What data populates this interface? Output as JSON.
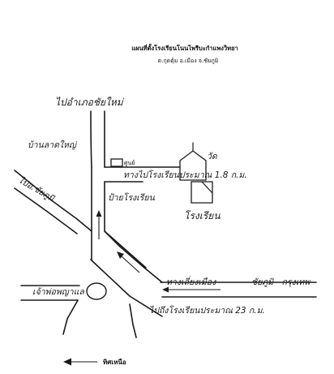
{
  "header": {
    "title": "แผนที่ตั้งโรงเรียนโนนไพรีบะกำแพงวิทยา",
    "subtitle": "ต.กุดตุ้ม  อ.เมือง  จ.ชัยภูมิ"
  },
  "labels": {
    "to_khon_kaen": "ไปอำเภอชัยใหม่",
    "ban_lat_yai": "บ้านลาดใหญ่",
    "to_city": "ไปอ.ชัยภูมิ",
    "school_signpost": "ป้ายโรงเรียน",
    "school": "โรงเรียน",
    "temple": "วัด",
    "sign_distance_1": "ทางไปโรงเรียนประมาณ 1.8 ก.ม.",
    "chao_pho": "เจ้าพ่อพญาแล",
    "junction": "ทางเลี่ยงเมือง",
    "to_bangkok": "ชัยภูมิ - กรุงเทพ",
    "to_school_distance": "ไปถึงโรงเรียนประมาณ 23 ก.ม.",
    "building_small": "ศูนย์"
  },
  "legend": {
    "north_label": "ทิศเหนือ"
  },
  "colors": {
    "ink": "#1a1a1a",
    "paper": "#ffffff"
  },
  "icons": {
    "north_arrow": "left-arrow-icon",
    "temple_mark": "house-outline-icon",
    "roundabout": "circle-icon"
  }
}
